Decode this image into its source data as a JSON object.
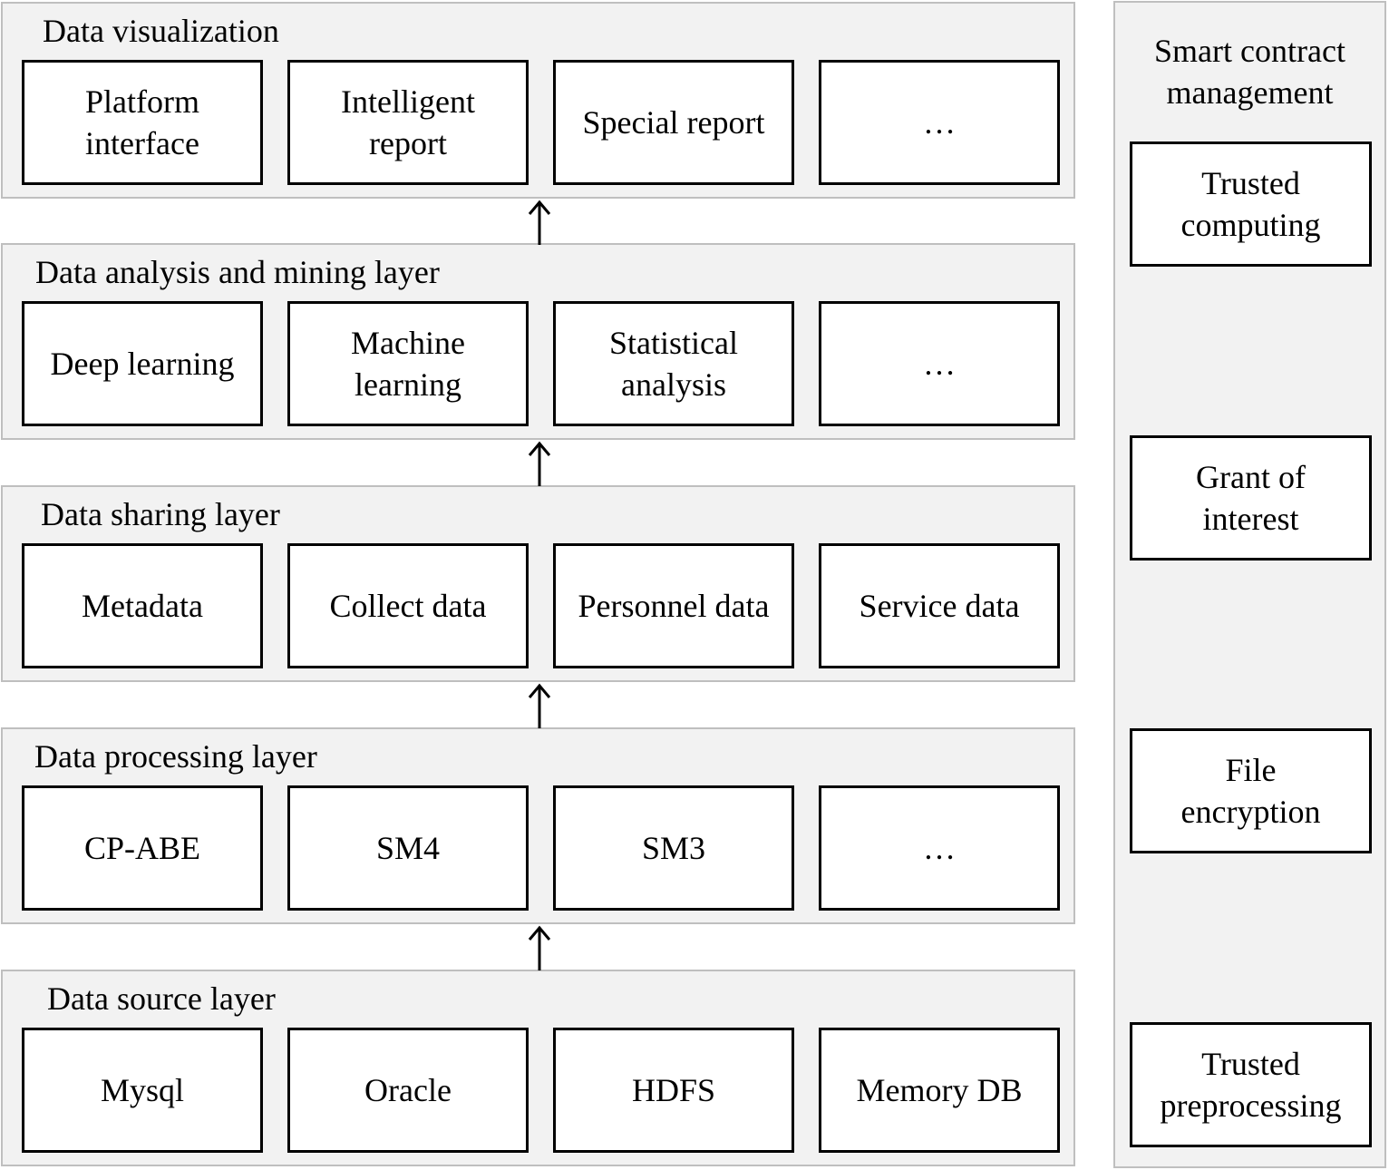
{
  "layers": [
    {
      "title": "Data visualization",
      "items": [
        {
          "lines": [
            "Platform",
            "interface"
          ]
        },
        {
          "lines": [
            "Intelligent",
            "report"
          ]
        },
        {
          "lines": [
            "Special report"
          ]
        },
        {
          "lines": [
            "…"
          ]
        }
      ]
    },
    {
      "title": "Data analysis and mining layer",
      "items": [
        {
          "lines": [
            "Deep learning"
          ]
        },
        {
          "lines": [
            "Machine",
            "learning"
          ]
        },
        {
          "lines": [
            "Statistical",
            "analysis"
          ]
        },
        {
          "lines": [
            "…"
          ]
        }
      ]
    },
    {
      "title": "Data sharing layer",
      "items": [
        {
          "lines": [
            "Metadata"
          ]
        },
        {
          "lines": [
            "Collect data"
          ]
        },
        {
          "lines": [
            "Personnel data"
          ]
        },
        {
          "lines": [
            "Service data"
          ]
        }
      ]
    },
    {
      "title": "Data processing layer",
      "items": [
        {
          "lines": [
            "CP-ABE"
          ]
        },
        {
          "lines": [
            "SM4"
          ]
        },
        {
          "lines": [
            "SM3"
          ]
        },
        {
          "lines": [
            "…"
          ]
        }
      ]
    },
    {
      "title": "Data source layer",
      "items": [
        {
          "lines": [
            "Mysql"
          ]
        },
        {
          "lines": [
            "Oracle"
          ]
        },
        {
          "lines": [
            "HDFS"
          ]
        },
        {
          "lines": [
            "Memory DB"
          ]
        }
      ]
    }
  ],
  "side_panel": {
    "title": [
      "Smart contract",
      "management"
    ],
    "items": [
      {
        "lines": [
          "Trusted",
          "computing"
        ]
      },
      {
        "lines": [
          "Grant of",
          "interest"
        ]
      },
      {
        "lines": [
          "File",
          "encryption"
        ]
      },
      {
        "lines": [
          "Trusted",
          "preprocessing"
        ]
      }
    ]
  },
  "arrows": [
    {
      "from": "Data source layer",
      "to": "Data processing layer"
    },
    {
      "from": "Data processing layer",
      "to": "Data sharing layer"
    },
    {
      "from": "Data sharing layer",
      "to": "Data analysis and mining layer"
    },
    {
      "from": "Data analysis and mining layer",
      "to": "Data visualization"
    }
  ]
}
